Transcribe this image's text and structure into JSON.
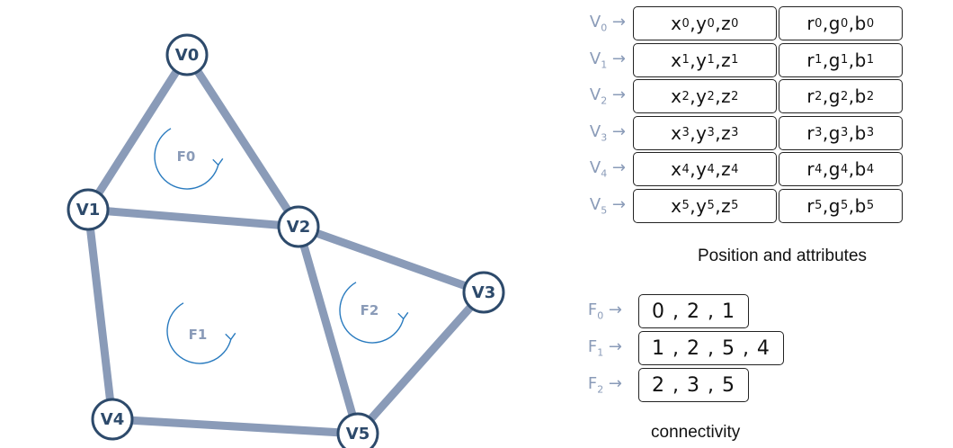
{
  "mesh": {
    "vertices": [
      {
        "label": "V0"
      },
      {
        "label": "V1"
      },
      {
        "label": "V2"
      },
      {
        "label": "V3"
      },
      {
        "label": "V4"
      },
      {
        "label": "V5"
      }
    ],
    "faces": [
      {
        "label": "F0",
        "vertices": [
          0,
          2,
          1
        ]
      },
      {
        "label": "F1",
        "vertices": [
          1,
          2,
          5,
          4
        ]
      },
      {
        "label": "F2",
        "vertices": [
          2,
          3,
          5
        ]
      }
    ],
    "colors": {
      "edge": "#8a9bb8",
      "vertex_border": "#2d4a6b",
      "vertex_text": "#2d4a6b",
      "face_label": "#8a9bb8",
      "rotation_arrow": "#2a7bbf"
    }
  },
  "vertex_table": {
    "rows": [
      {
        "label": "V",
        "index": "0",
        "position": {
          "x": "x",
          "xi": "0",
          "y": "y",
          "yi": "0",
          "z": "z",
          "zi": "0"
        },
        "color": {
          "r": "r",
          "ri": "0",
          "g": "g",
          "gi": "0",
          "b": "b",
          "bi": "0"
        }
      },
      {
        "label": "V",
        "index": "1",
        "position": {
          "x": "x",
          "xi": "1",
          "y": "y",
          "yi": "1",
          "z": "z",
          "zi": "1"
        },
        "color": {
          "r": "r",
          "ri": "1",
          "g": "g",
          "gi": "1",
          "b": "b",
          "bi": "1"
        }
      },
      {
        "label": "V",
        "index": "2",
        "position": {
          "x": "x",
          "xi": "2",
          "y": "y",
          "yi": "2",
          "z": "z",
          "zi": "2"
        },
        "color": {
          "r": "r",
          "ri": "2",
          "g": "g",
          "gi": "2",
          "b": "b",
          "bi": "2"
        }
      },
      {
        "label": "V",
        "index": "3",
        "position": {
          "x": "x",
          "xi": "3",
          "y": "y",
          "yi": "3",
          "z": "z",
          "zi": "3"
        },
        "color": {
          "r": "r",
          "ri": "3",
          "g": "g",
          "gi": "3",
          "b": "b",
          "bi": "3"
        }
      },
      {
        "label": "V",
        "index": "4",
        "position": {
          "x": "x",
          "xi": "4",
          "y": "y",
          "yi": "4",
          "z": "z",
          "zi": "4"
        },
        "color": {
          "r": "r",
          "ri": "4",
          "g": "g",
          "gi": "4",
          "b": "b",
          "bi": "4"
        }
      },
      {
        "label": "V",
        "index": "5",
        "position": {
          "x": "x",
          "xi": "5",
          "y": "y",
          "yi": "5",
          "z": "z",
          "zi": "5"
        },
        "color": {
          "r": "r",
          "ri": "5",
          "g": "g",
          "gi": "5",
          "b": "b",
          "bi": "5"
        }
      }
    ],
    "arrow": "→",
    "caption": "Position and attributes"
  },
  "face_table": {
    "rows": [
      {
        "label": "F",
        "index": "0",
        "indices": "0 , 2 , 1"
      },
      {
        "label": "F",
        "index": "1",
        "indices": "1 , 2 , 5 , 4"
      },
      {
        "label": "F",
        "index": "2",
        "indices": "2 , 3 , 5"
      }
    ],
    "arrow": "→",
    "caption": "connectivity"
  }
}
